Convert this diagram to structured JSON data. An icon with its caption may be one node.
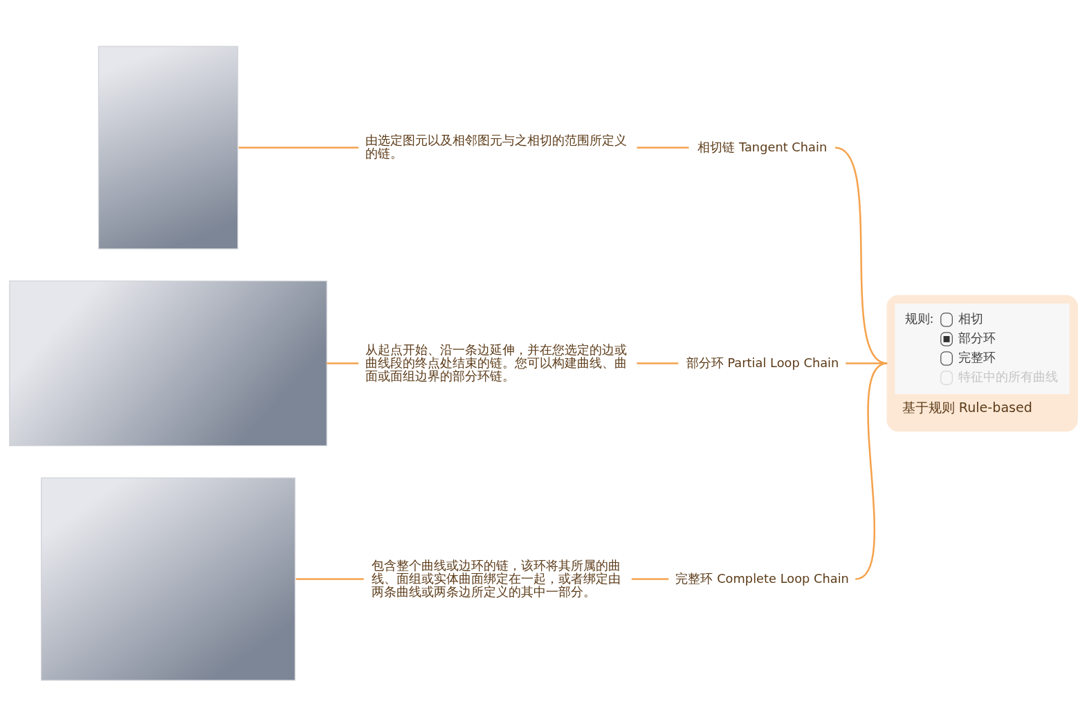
{
  "diagram": {
    "nodes": [
      {
        "text": [
          "规则:",
          "相切",
          "部分环",
          "完整环",
          "特征中的所有曲线",
          "基于规则 Rule-based"
        ]
      },
      {
        "text": [
          "相切链 Tangent Chain"
        ]
      },
      {
        "text": [
          "由选定图元以及相邻图元与之相切的范围所定义的链。"
        ]
      },
      {
        "text": [],
        "shape": "picture"
      },
      {
        "text": [
          "部分环 Partial Loop Chain"
        ]
      },
      {
        "text": [
          "从起点开始、沿一条边延伸，并在您选定的边或曲线段的终点处结束的链。您可以构建曲线、曲面或面组边界的部分环链。"
        ]
      },
      {
        "text": [],
        "shape": "picture"
      },
      {
        "text": [
          "完整环 Complete Loop Chain"
        ]
      },
      {
        "text": [
          "包含整个曲线或边环的链，该环将其所属的曲线、面组或实体曲面绑定在一起，或者绑定由两条曲线或两条边所定义的其中一部分。"
        ]
      },
      {
        "text": [],
        "shape": "picture"
      }
    ],
    "edges": [
      {
        "from": 0,
        "to": 1,
        "arrow": "none"
      },
      {
        "from": 1,
        "to": 2,
        "arrow": "none"
      },
      {
        "from": 2,
        "to": 3,
        "arrow": "none"
      },
      {
        "from": 0,
        "to": 4,
        "arrow": "none"
      },
      {
        "from": 4,
        "to": 5,
        "arrow": "none"
      },
      {
        "from": 5,
        "to": 6,
        "arrow": "none"
      },
      {
        "from": 0,
        "to": 7,
        "arrow": "none"
      },
      {
        "from": 7,
        "to": 8,
        "arrow": "none"
      },
      {
        "from": 8,
        "to": 9,
        "arrow": "none"
      }
    ]
  }
}
